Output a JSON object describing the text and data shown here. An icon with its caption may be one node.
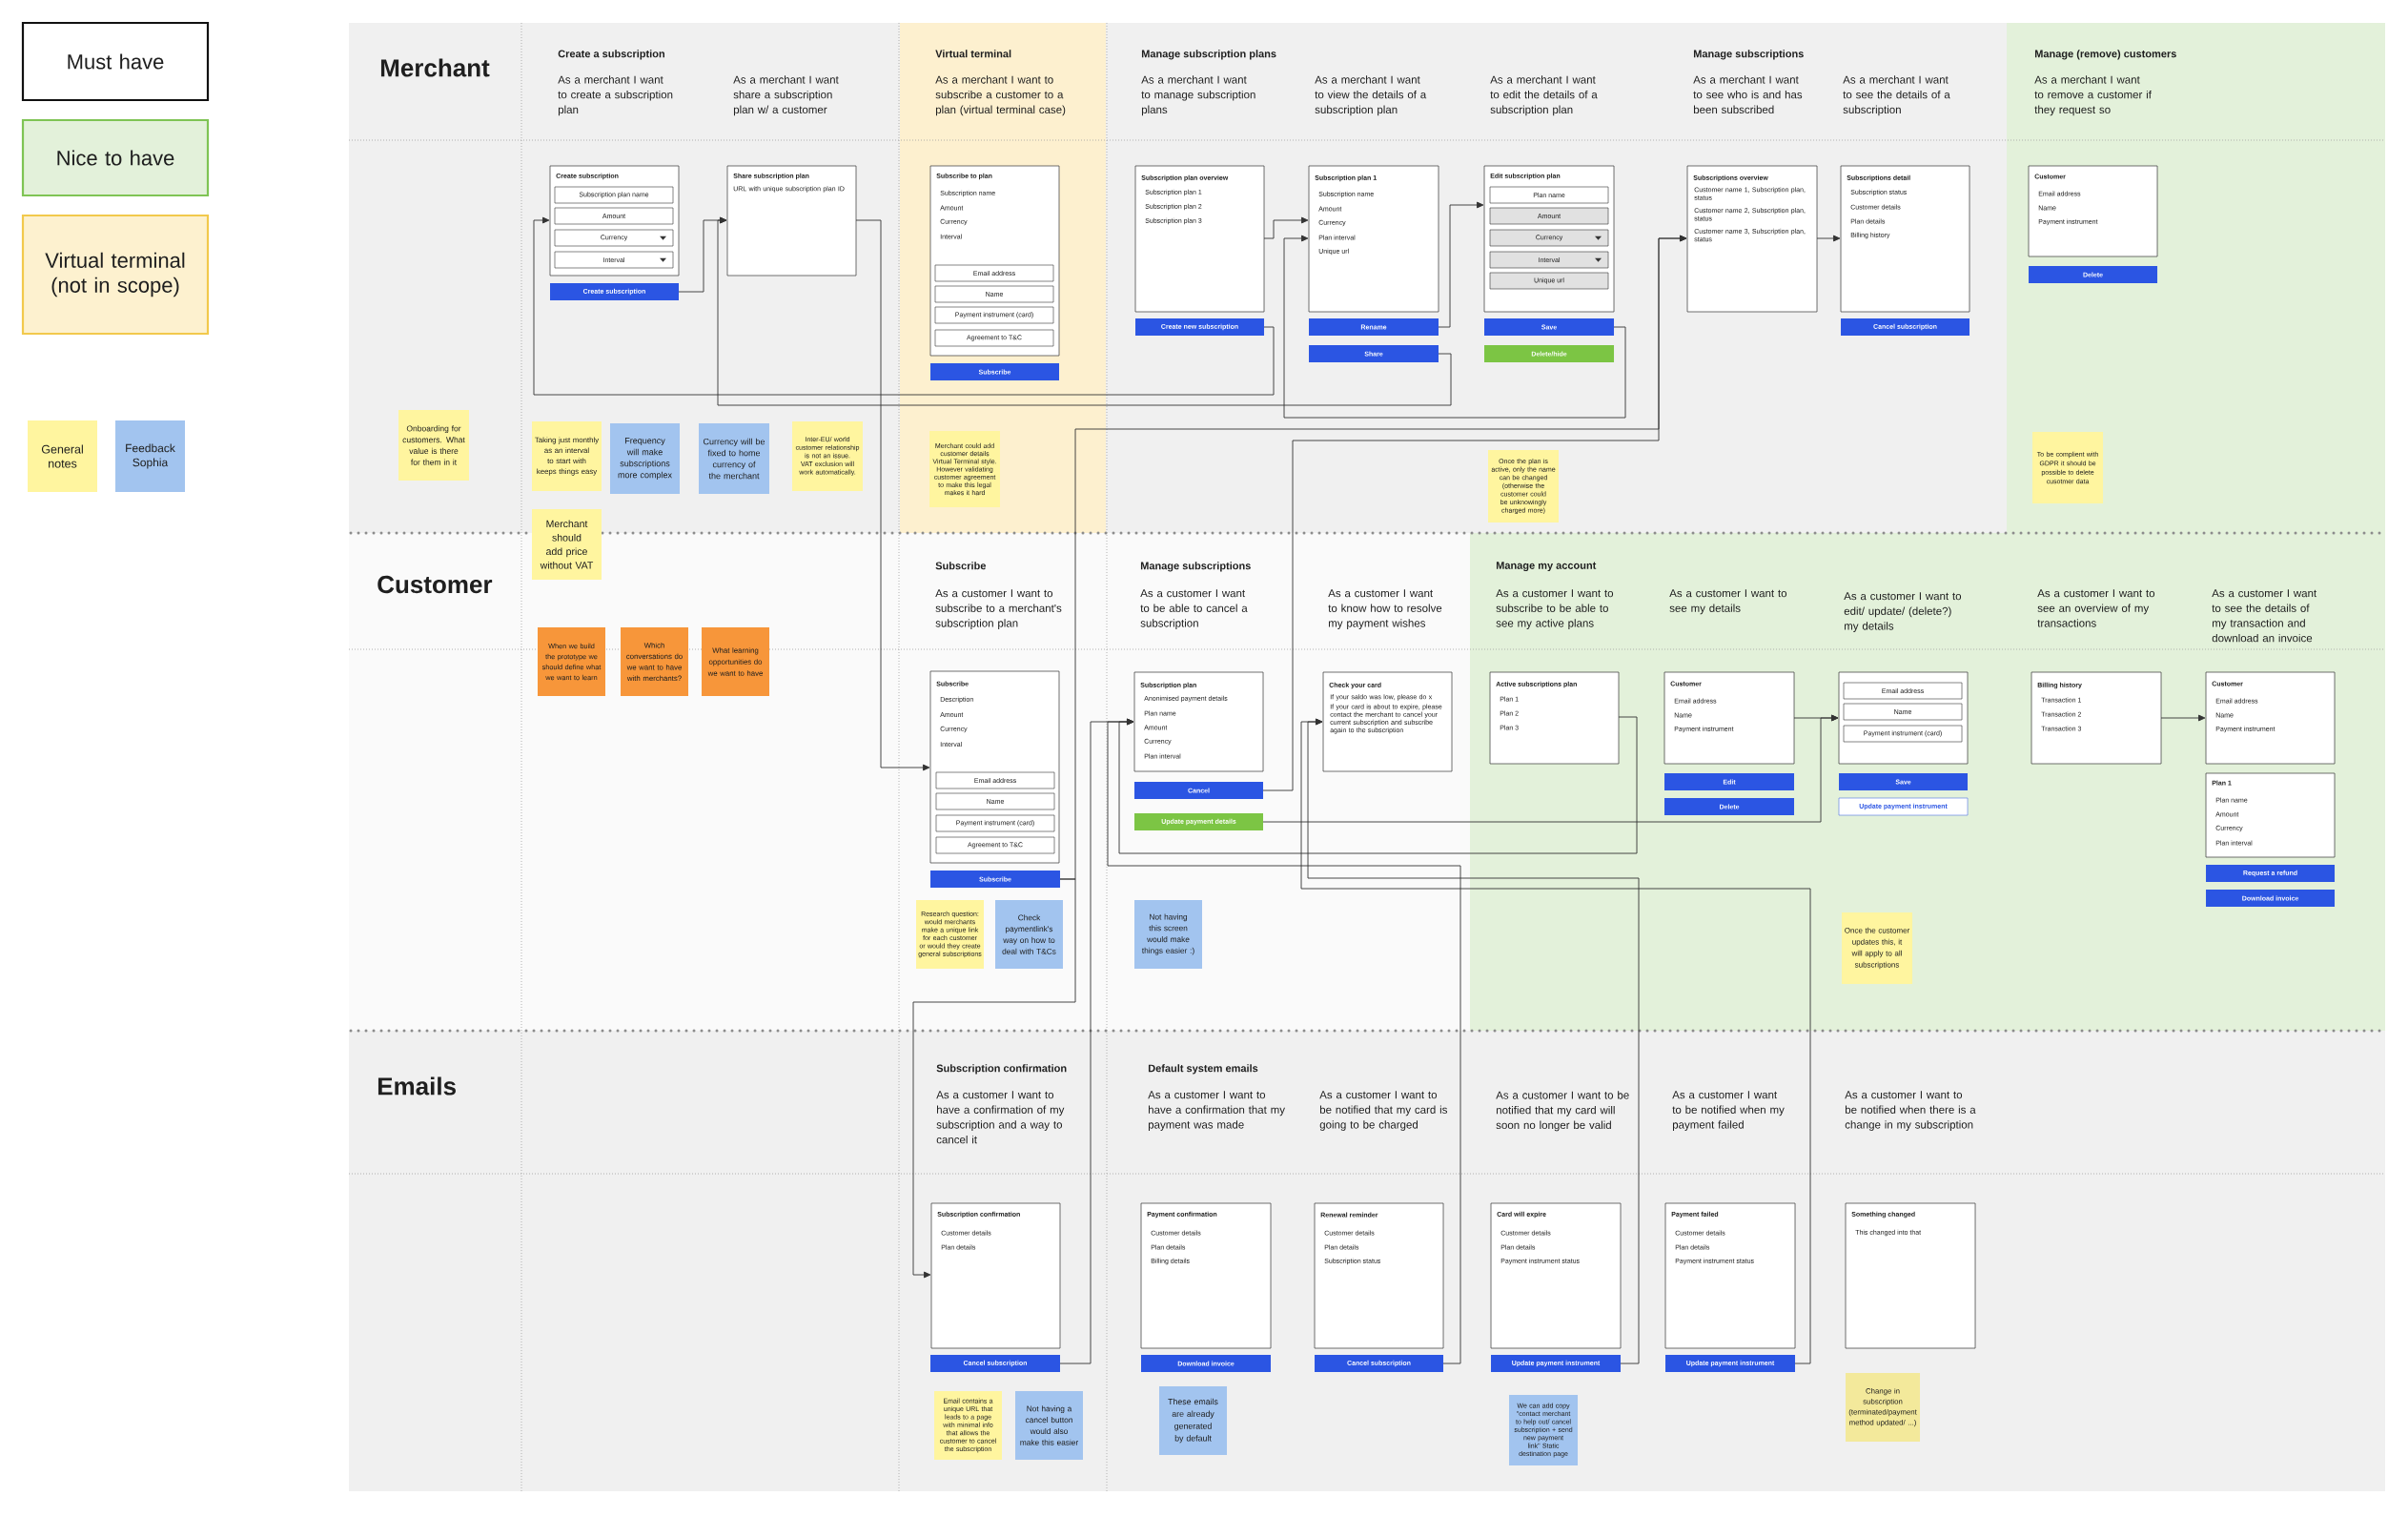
{
  "diagram": {
    "nodes": [
      {
        "text": [
          "Create subscription"
        ]
      },
      {
        "text": [
          "Subscription plan name"
        ],
        "in": 0
      },
      {
        "text": [
          "Amount"
        ],
        "in": 0
      },
      {
        "text": [
          "Currency"
        ],
        "in": 0
      },
      {
        "text": [
          "Interval"
        ],
        "in": 0
      },
      {
        "text": [
          "Create subscription"
        ]
      },
      {
        "text": [
          "Share subscription plan",
          "URL with unique subscription plan ID"
        ]
      },
      {
        "text": [
          "Subscribe to plan",
          "Subscription name",
          "Amount",
          "Currency",
          "Interval"
        ]
      },
      {
        "text": [
          "Email address"
        ],
        "in": 7
      },
      {
        "text": [
          "Name"
        ],
        "in": 7
      },
      {
        "text": [
          "Payment instrument (card)"
        ],
        "in": 7
      },
      {
        "text": [
          "Agreement to T&C"
        ],
        "in": 7
      },
      {
        "text": [
          "Subscribe"
        ]
      },
      {
        "text": [
          "Subscription plan overview",
          "Subscription plan 1",
          "Subscription plan 2",
          "Subscription plan 3"
        ]
      },
      {
        "text": [
          "Create new subscription"
        ]
      },
      {
        "text": [
          "Subscription plan 1",
          "Subscription name",
          "Amount",
          "Currency",
          "Plan interval",
          "Unique url"
        ]
      },
      {
        "text": [
          "Rename"
        ]
      },
      {
        "text": [
          "Share"
        ]
      },
      {
        "text": [
          "Edit subscription plan"
        ]
      },
      {
        "text": [
          "Plan name"
        ],
        "in": 18
      },
      {
        "text": [
          "Amount"
        ],
        "in": 18
      },
      {
        "text": [
          "Currency"
        ],
        "in": 18
      },
      {
        "text": [
          "Interval"
        ],
        "in": 18
      },
      {
        "text": [
          "Unique url"
        ],
        "in": 18
      },
      {
        "text": [
          "Save"
        ]
      },
      {
        "text": [
          "Delete/hide"
        ]
      },
      {
        "text": [
          "Subscriptions overview",
          "Customer name 1, Subscription plan, status",
          "Customer name 2, Subscription plan, status",
          "Customer name 3, Subscription plan, status"
        ]
      },
      {
        "text": [
          "Subscriptions detail",
          "Subscription status",
          "Customer details",
          "Plan details",
          "Billing history"
        ]
      },
      {
        "text": [
          "Cancel subscription"
        ]
      },
      {
        "text": [
          "Customer",
          "Email address",
          "Name",
          "Payment instrument"
        ]
      },
      {
        "text": [
          "Delete"
        ]
      },
      {
        "text": [
          "Onboarding for customers. What value is there for them in it"
        ]
      },
      {
        "text": [
          "Taking just monthly as an interval to start with keeps things easy"
        ]
      },
      {
        "text": [
          "Frequency will make subscriptions more complex"
        ]
      },
      {
        "text": [
          "Currency will be fixed to home currency of the merchant"
        ]
      },
      {
        "text": [
          "Inter-EU/ world customer relationship is not an issue. VAT exclusion will work automatically."
        ]
      },
      {
        "text": [
          "Merchant could add customer details Virtual Terminal style. However validating customer agreement to make this legal makes it hard"
        ]
      },
      {
        "text": [
          "Once the plan is active, only the name can be changed (otherwise the customer could be unknowingly charged more)"
        ]
      },
      {
        "text": [
          "To be complient with GDPR it should be possible to delete cusotmer data"
        ]
      },
      {
        "text": [
          "Merchant should add price without VAT"
        ]
      },
      {
        "text": [
          "When we build the prototype we should define what we want to learn"
        ]
      },
      {
        "text": [
          "Which conversations do we want to have with merchants?"
        ]
      },
      {
        "text": [
          "What learning opportunities do we want to have"
        ]
      },
      {
        "text": [
          "Subscribe",
          "Description",
          "Amount",
          "Currency",
          "Interval"
        ]
      },
      {
        "text": [
          "Email address"
        ],
        "in": 43
      },
      {
        "text": [
          "Name"
        ],
        "in": 43
      },
      {
        "text": [
          "Payment instrument (card)"
        ],
        "in": 43
      },
      {
        "text": [
          "Agreement to T&C"
        ],
        "in": 43
      },
      {
        "text": [
          "Subscribe"
        ]
      },
      {
        "text": [
          "Subscription plan",
          "Anonimised payment details",
          "Plan name",
          "Amount",
          "Currency",
          "Plan interval"
        ]
      },
      {
        "text": [
          "Cancel"
        ]
      },
      {
        "text": [
          "Update payment details"
        ]
      },
      {
        "text": [
          "Check your card",
          "If your saldo was low, please do x",
          "If your card is about to expire, please contact the merchant to cancel your current subscription and subscribe again to the subscription"
        ]
      },
      {
        "text": [
          "Active subscriptions plan",
          "Plan 1",
          "Plan 2",
          "Plan 3"
        ]
      },
      {
        "text": [
          "Customer",
          "Email address",
          "Name",
          "Payment instrument"
        ]
      },
      {
        "text": [
          "Edit"
        ]
      },
      {
        "text": [
          "Delete"
        ]
      },
      {
        "text": [],
        "shape": "box"
      },
      {
        "text": [
          "Email address"
        ],
        "in": 57
      },
      {
        "text": [
          "Name"
        ],
        "in": 57
      },
      {
        "text": [
          "Payment instrument (card)"
        ],
        "in": 57
      },
      {
        "text": [
          "Save"
        ]
      },
      {
        "text": [
          "Update payment instrument"
        ]
      },
      {
        "text": [
          "Billing history",
          "Transaction 1",
          "Transaction 2",
          "Transaction 3"
        ]
      },
      {
        "text": [
          "Customer",
          "Email address",
          "Name",
          "Payment instrument"
        ]
      },
      {
        "text": [
          "Plan 1",
          "Plan name",
          "Amount",
          "Currency",
          "Plan interval"
        ]
      },
      {
        "text": [
          "Request a refund"
        ]
      },
      {
        "text": [
          "Download invoice"
        ]
      },
      {
        "text": [
          "Research question: would merchants make a unique link for each customer or would they create general subscriptions"
        ]
      },
      {
        "text": [
          "Check paymentlink's way on how to deal with T&Cs"
        ]
      },
      {
        "text": [
          "Not having this screen would make things easier :)"
        ]
      },
      {
        "text": [
          "Once the customer updates this, it will apply to all subscriptions"
        ]
      },
      {
        "text": [
          "Subscription confirmation",
          "Customer details",
          "Plan details"
        ]
      },
      {
        "text": [
          "Cancel subscription"
        ]
      },
      {
        "text": [
          "Payment confirmation",
          "Customer details",
          "Plan details",
          "Billing details"
        ]
      },
      {
        "text": [
          "Download invoice"
        ]
      },
      {
        "text": [
          "Renewal reminder",
          "Customer details",
          "Plan details",
          "Subscription status"
        ]
      },
      {
        "text": [
          "Cancel subscription"
        ]
      },
      {
        "text": [
          "Card will expire",
          "Customer details",
          "Plan details",
          "Payment instrument status"
        ]
      },
      {
        "text": [
          "Update payment instrument"
        ]
      },
      {
        "text": [
          "Payment failed",
          "Customer details",
          "Plan details",
          "Payment instrument status"
        ]
      },
      {
        "text": [
          "Update payment instrument"
        ]
      },
      {
        "text": [
          "Something changed",
          "This changed into that"
        ]
      },
      {
        "text": [
          "Email contains a unique URL that leads to a page with minimal info that allows the customer to cancel the subscription"
        ]
      },
      {
        "text": [
          "Not having a cancel button would also make this easier"
        ]
      },
      {
        "text": [
          "These emails are already generated by default"
        ]
      },
      {
        "text": [
          "We can add copy \"contact merchant to help out/ cancel subscription + send new payment link\" Static destination page"
        ]
      },
      {
        "text": [
          "Change in subscription (terminated/payment method updated/ ...)"
        ]
      }
    ],
    "edges": [
      {
        "from": 5,
        "to": 6,
        "arrow": "to"
      },
      {
        "from": 14,
        "to": 0,
        "arrow": "to"
      },
      {
        "from": 17,
        "to": 6,
        "arrow": "to"
      },
      {
        "from": 6,
        "to": 43,
        "arrow": "to"
      },
      {
        "from": 13,
        "to": 15,
        "arrow": "to"
      },
      {
        "from": 24,
        "to": 15,
        "arrow": "to"
      },
      {
        "from": 16,
        "to": 18,
        "arrow": "to"
      },
      {
        "from": 26,
        "to": 27,
        "arrow": "to"
      },
      {
        "from": 48,
        "to": 26,
        "arrow": "to"
      },
      {
        "from": 48,
        "to": 72,
        "arrow": "to"
      },
      {
        "from": 50,
        "to": 26,
        "arrow": "to"
      },
      {
        "from": 53,
        "to": 49,
        "arrow": "to"
      },
      {
        "from": 73,
        "to": 49,
        "arrow": "to"
      },
      {
        "from": 77,
        "to": 49,
        "arrow": "to"
      },
      {
        "from": 79,
        "to": 52,
        "arrow": "to"
      },
      {
        "from": 81,
        "to": 52,
        "arrow": "to"
      },
      {
        "from": 54,
        "to": 57,
        "arrow": "to"
      },
      {
        "from": 51,
        "to": 57,
        "arrow": "to"
      },
      {
        "from": 63,
        "to": 64,
        "arrow": "to"
      }
    ],
    "labels": [
      "Merchant",
      "Create a subscription",
      "As a merchant I want to create a subscription plan",
      "As a merchant I want share a subscription plan w/ a customer",
      "Virtual terminal",
      "As a merchant I want to subscribe a customer to a plan (virtual terminal case)",
      "Manage subscription plans",
      "As a merchant I want to manage subscription plans",
      "As a merchant I want to view the details of a subscription plan",
      "As a merchant I want to edit the details of a subscription plan",
      "Manage subscriptions",
      "As a merchant I want to see who is and has been subscribed",
      "As a merchant I want to see the details of a subscription",
      "Manage (remove) customers",
      "As a merchant I want to remove a customer if they request so",
      "Customer",
      "Subscribe",
      "As a customer I want to subscribe to a merchant's subscription plan",
      "Manage subscriptions",
      "As a customer I want to be able to cancel a subscription",
      "As a customer I want to know how to resolve my payment wishes",
      "Manage my account",
      "As a customer I want to subscribe to be able to see my active plans",
      "As a customer I want to see my details",
      "As a customer I want to edit/ update/ (delete?) my details",
      "As a customer I want to see an overview of my transactions",
      "As a customer I want to see the details of my transaction and download an invoice",
      "Emails",
      "Subscription confirmation",
      "As a customer I want to have a confirmation of my subscription and a way to cancel it",
      "Default system emails",
      "As a customer I want to have a confirmation that my payment was made",
      "As a customer I want to be notified that my card is going to be charged",
      "As a customer I want to be notified that my card will soon no longer be valid",
      "As a customer I want to be notified when my payment failed",
      "As a customer I want to be notified when there is a change in my subscription"
    ],
    "legend": [
      {
        "text": "Must have"
      },
      {
        "text": "Nice to have",
        "color": "#e3f1da"
      },
      {
        "text": "Virtual terminal (not in scope)",
        "color": "#fdf1cf"
      },
      {
        "text": "General notes",
        "color": "#fff59f"
      },
      {
        "text": "Feedback Sophia",
        "color": "#a2c4ef"
      }
    ]
  }
}
